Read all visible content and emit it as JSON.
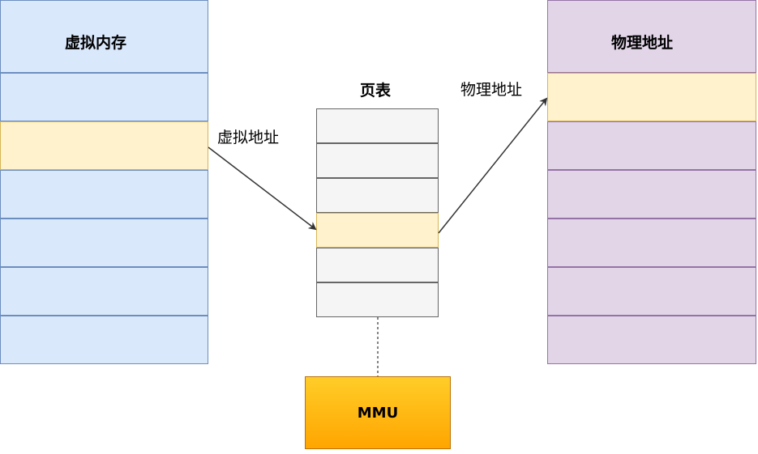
{
  "virtual_memory": {
    "title": "虚拟内存",
    "cell_count": 7,
    "highlight_index": 2
  },
  "page_table": {
    "title": "页表",
    "cell_count": 6,
    "highlight_index": 3
  },
  "physical_memory": {
    "title": "物理地址",
    "cell_count": 7,
    "highlight_index": 1
  },
  "labels": {
    "virtual_address": "虚拟地址",
    "physical_address": "物理地址"
  },
  "mmu": {
    "label": "MMU"
  },
  "colors": {
    "virtual_fill": "#dae8fc",
    "virtual_stroke": "#6c8ebf",
    "physical_fill": "#e1d5e7",
    "physical_stroke": "#9673a6",
    "table_fill": "#f5f5f5",
    "table_stroke": "#666666",
    "highlight_fill": "#fff2cc",
    "highlight_stroke": "#d6b656",
    "mmu_fill_top": "#ffcd28",
    "mmu_fill_bottom": "#ffa500",
    "arrow": "#333333"
  }
}
